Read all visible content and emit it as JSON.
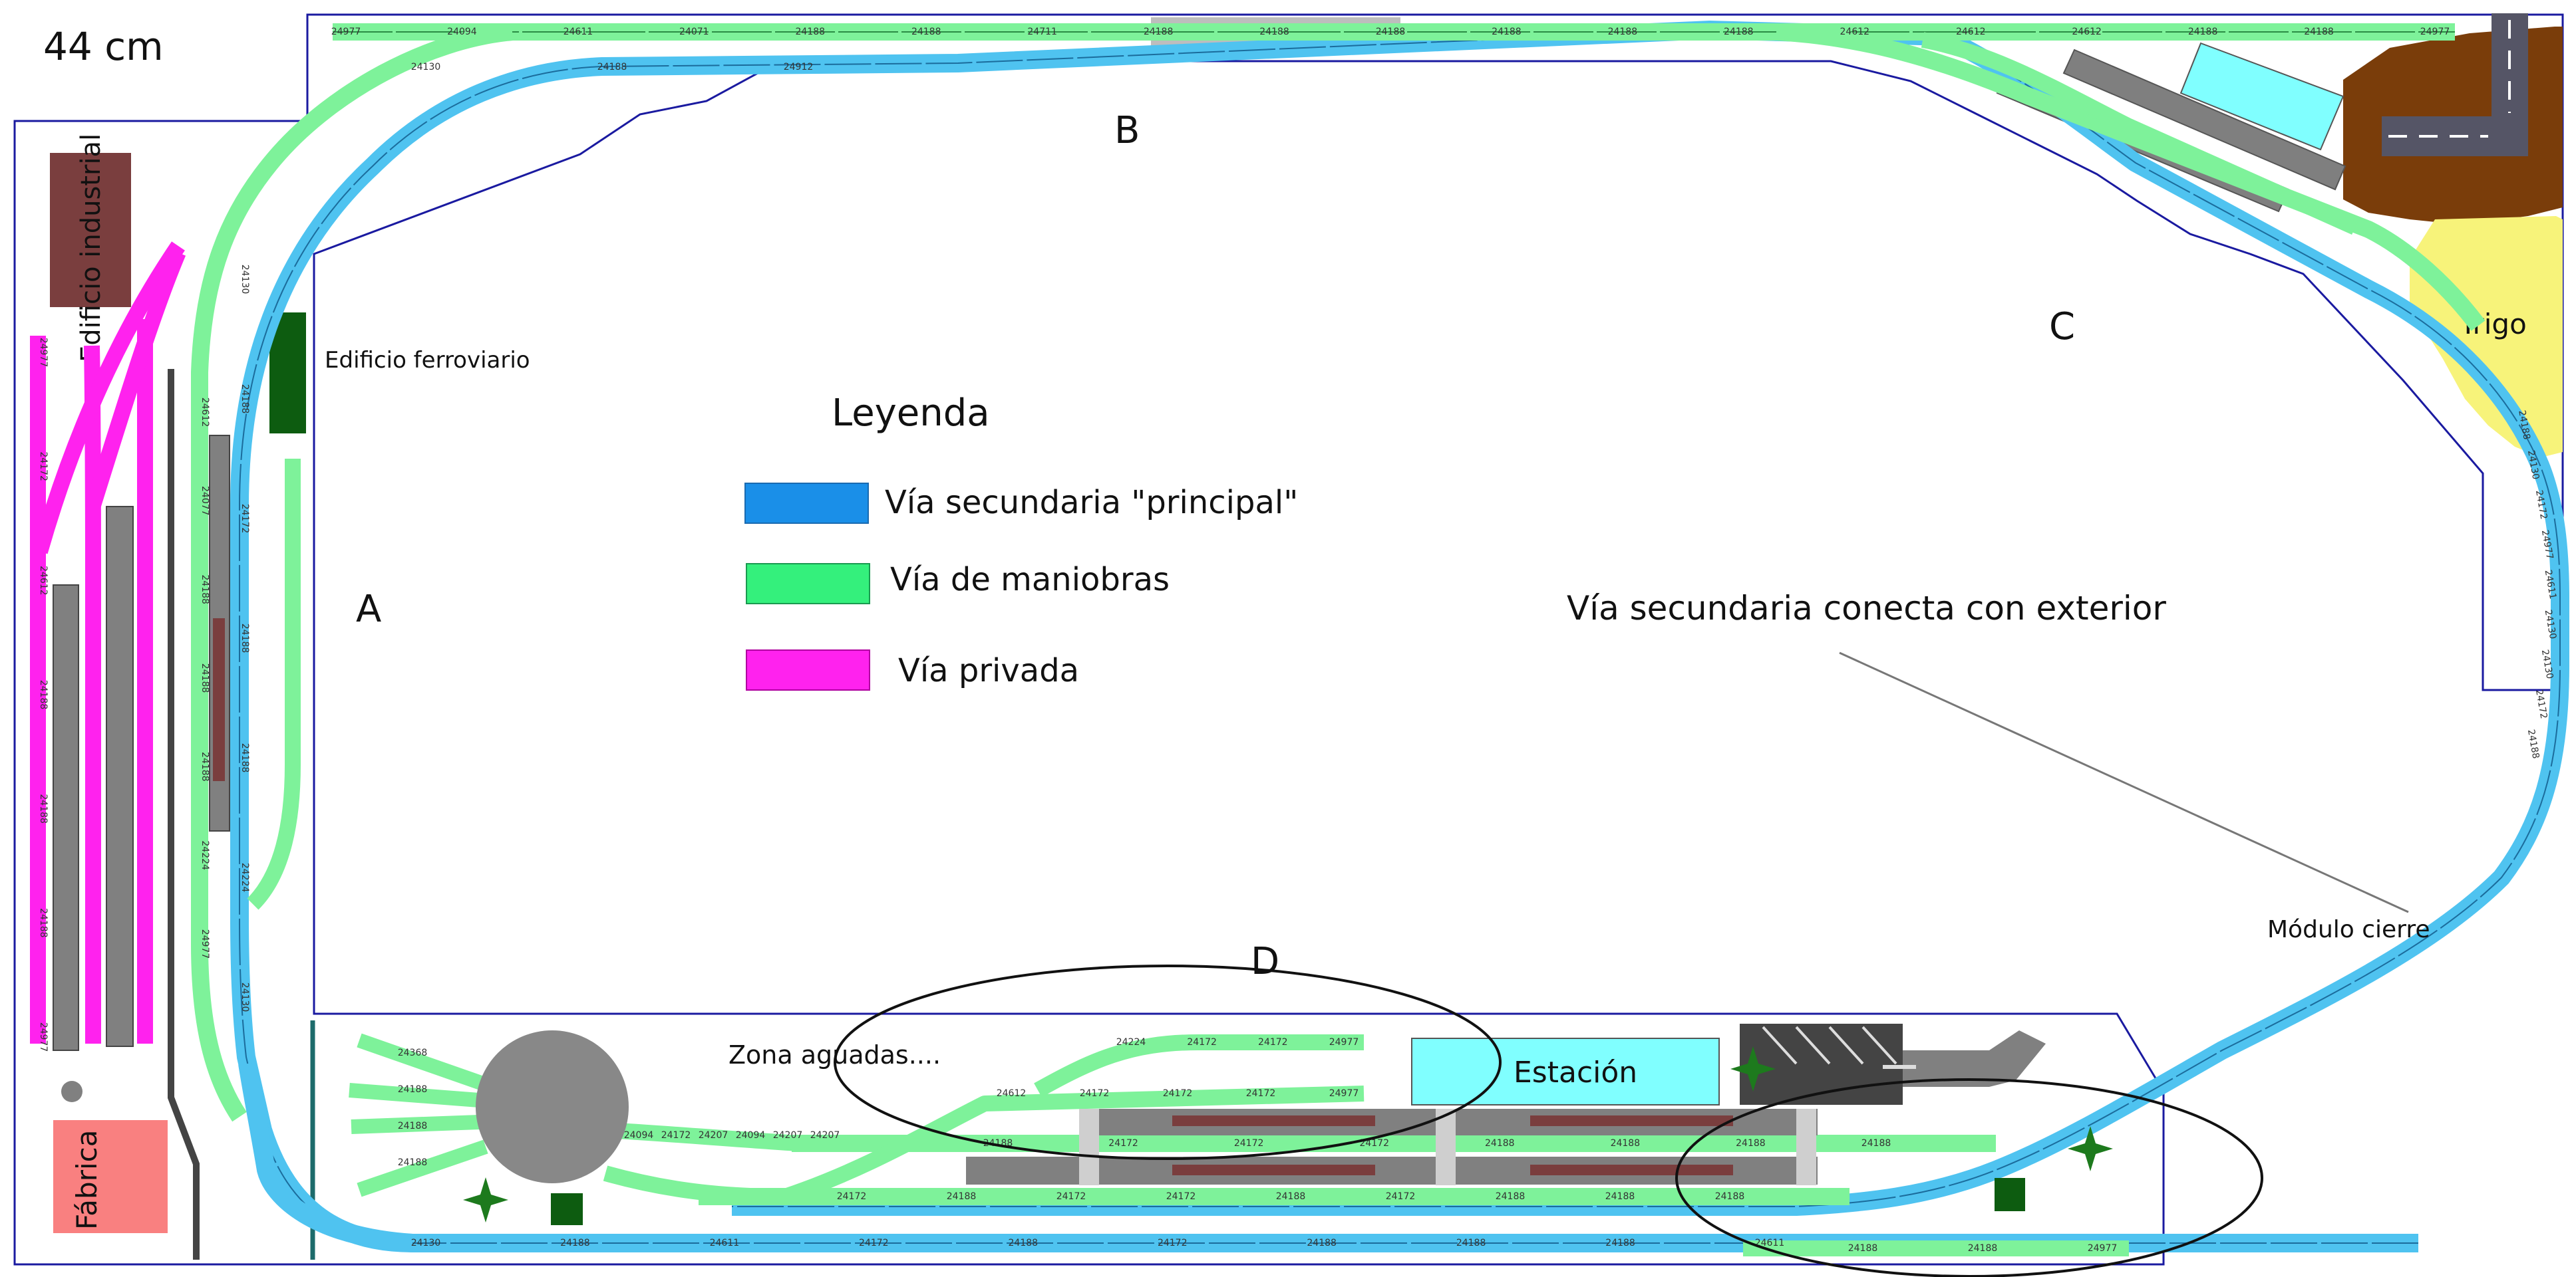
{
  "scale_label": "44 cm",
  "zones": {
    "a": "A",
    "b": "B",
    "c": "C",
    "d": "D"
  },
  "legend": {
    "title": "Leyenda",
    "items": [
      {
        "label": "Vía secundaria \"principal\"",
        "color": "#4fc3f0"
      },
      {
        "label": "Vía de maniobras",
        "color": "#7ef29a"
      },
      {
        "label": "Vía privada",
        "color": "#ff22ee"
      }
    ]
  },
  "labels": {
    "industrial_building": "Edificio industrial",
    "railway_building": "Edificio ferroviario",
    "factory": "Fábrica",
    "wheat": "Trigo",
    "station": "Estación",
    "water_zone": "Zona aguadas....",
    "exterior_connection": "Vía secundaria conecta con exterior",
    "closing_module": "Módulo cierre"
  },
  "track_codes": {
    "top_siding": [
      "24977",
      "24094",
      "24611",
      "24071",
      "24188",
      "24188",
      "24711",
      "24188",
      "24188",
      "24188",
      "24188",
      "24188",
      "24188",
      "24612",
      "24612",
      "24612",
      "24188",
      "24188",
      "24977"
    ],
    "top_main": [
      "24130",
      "24188",
      "24912"
    ],
    "bottom_main": [
      "24130",
      "24188",
      "24611",
      "24172",
      "24188",
      "24172",
      "24188",
      "24188",
      "24188",
      "24611"
    ],
    "bottom_siding_right": [
      "24188",
      "24188",
      "24977"
    ],
    "station_track_1": [
      "24188",
      "24172",
      "24172",
      "24172",
      "24188",
      "24188",
      "24188",
      "24188"
    ],
    "station_track_2": [
      "24172",
      "24188",
      "24172",
      "24172",
      "24188",
      "24172",
      "24188",
      "24188",
      "24188"
    ],
    "water_track_upper": [
      "24224",
      "24172",
      "24172",
      "24977"
    ],
    "water_track_lower": [
      "24612",
      "24172",
      "24172",
      "24172",
      "24977"
    ],
    "left_private": [
      "24977",
      "24172",
      "24612",
      "24188",
      "24188",
      "24188",
      "24977"
    ],
    "left_shunting": [
      "24612",
      "24077",
      "24188",
      "24188",
      "24188",
      "24224",
      "24977"
    ],
    "left_main": [
      "24130",
      "24188",
      "24172",
      "24188",
      "24188",
      "24224",
      "24130"
    ],
    "right_curve": [
      "24188",
      "24130",
      "24172",
      "24977",
      "24611",
      "24130",
      "24130",
      "24172",
      "24188"
    ],
    "turntable_spurs": [
      "24368",
      "24188",
      "24188",
      "24188"
    ],
    "turntable_exit": [
      "24094",
      "24172",
      "24207",
      "24094",
      "24207",
      "24207"
    ]
  },
  "colors": {
    "main": "#4fc3f0",
    "shunting": "#7ef29a",
    "private": "#ff22ee",
    "outline": "#1a1aa0",
    "platform": "#808080",
    "building_industrial": "#7a3e3e",
    "building_rail": "#0d5c10",
    "factory": "#f98080",
    "wheat": "#f7f37a",
    "station": "#80ffff",
    "earth": "#7a3d0a",
    "turntable": "#888888"
  }
}
